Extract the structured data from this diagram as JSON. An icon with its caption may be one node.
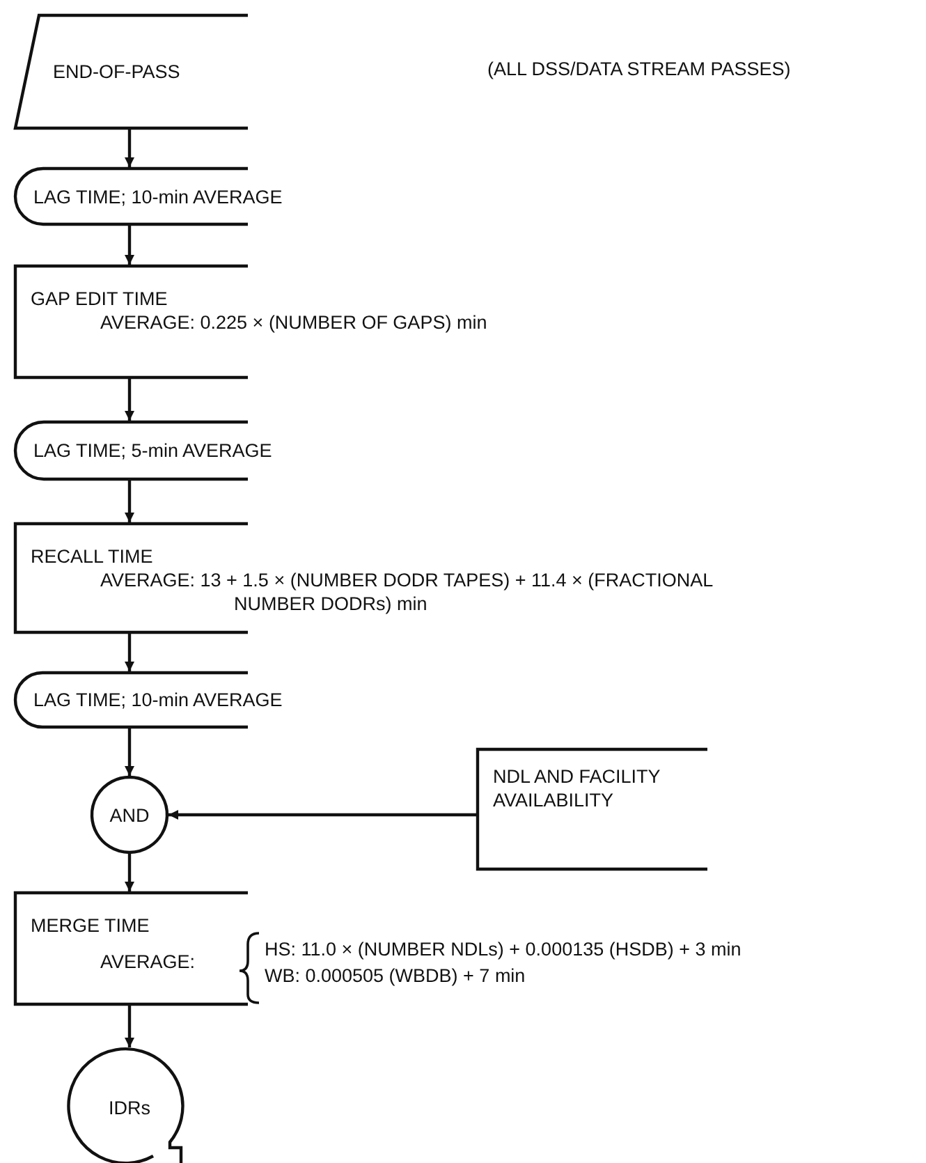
{
  "diagram": {
    "nodes": [
      {
        "text": [
          "END-OF-PASS"
        ]
      },
      {
        "text": [
          "LAG TIME; 10-min AVERAGE"
        ]
      },
      {
        "text": [
          "GAP EDIT TIME",
          "AVERAGE: 0.225 × (NUMBER OF GAPS) min"
        ]
      },
      {
        "text": [
          "LAG TIME; 5-min AVERAGE"
        ]
      },
      {
        "text": [
          "RECALL TIME",
          "AVERAGE: 13 + 1.5 × (NUMBER DODR TAPES) + 11.4 × (FRACTIONAL NUMBER DODRs) min"
        ]
      },
      {
        "text": [
          "LAG TIME; 10-min AVERAGE"
        ]
      },
      {
        "text": [
          "AND"
        ]
      },
      {
        "text": [
          "NDL AND FACILITY AVAILABILITY"
        ]
      },
      {
        "text": [
          "MERGE TIME",
          "AVERAGE:",
          "HS: 11.0 × (NUMBER NDLs) + 0.000135 (HSDB) + 3 min",
          "WB: 0.000505 (WBDB) + 7 min"
        ]
      },
      {
        "text": [
          "IDRs"
        ]
      }
    ],
    "edges": [
      {
        "from": 0,
        "to": 1,
        "arrow": "to"
      },
      {
        "from": 1,
        "to": 2,
        "arrow": "to"
      },
      {
        "from": 2,
        "to": 3,
        "arrow": "to"
      },
      {
        "from": 3,
        "to": 4,
        "arrow": "to"
      },
      {
        "from": 4,
        "to": 5,
        "arrow": "to"
      },
      {
        "from": 5,
        "to": 6,
        "arrow": "to"
      },
      {
        "from": 7,
        "to": 6,
        "arrow": "to"
      },
      {
        "from": 6,
        "to": 8,
        "arrow": "to"
      },
      {
        "from": 8,
        "to": 9,
        "arrow": "to"
      }
    ],
    "labels": [
      "(ALL DSS/DATA STREAM PASSES)"
    ]
  }
}
